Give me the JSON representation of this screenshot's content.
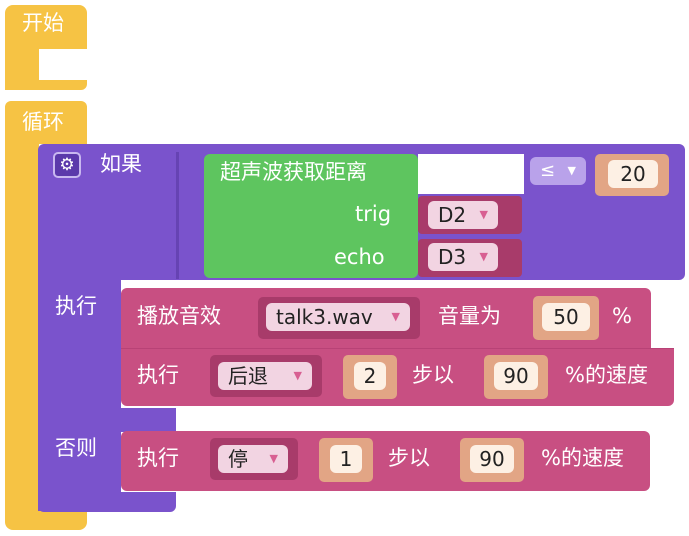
{
  "start": {
    "label": "开始"
  },
  "loop": {
    "label": "循环"
  },
  "if_block": {
    "if_label": "如果",
    "do_label": "执行",
    "else_label": "否则"
  },
  "ultrasonic": {
    "label": "超声波获取距离",
    "trig_label": "trig",
    "trig_pin": "D2",
    "echo_label": "echo",
    "echo_pin": "D3"
  },
  "compare": {
    "operator": "≤",
    "value": "20"
  },
  "play_sound": {
    "label": "播放音效",
    "file": "talk3.wav",
    "volume_label": "音量为",
    "volume": "50",
    "unit": "%"
  },
  "move1": {
    "label": "执行",
    "direction": "后退",
    "steps": "2",
    "steps_label": "步以",
    "speed": "90",
    "speed_label": "%的速度"
  },
  "move2": {
    "label": "执行",
    "direction": "停",
    "steps": "1",
    "steps_label": "步以",
    "speed": "90",
    "speed_label": "%的速度"
  },
  "colors": {
    "start": "#f6c344",
    "control": "#7a53cc",
    "sensor": "#5ec55f",
    "action": "#c84f82"
  }
}
